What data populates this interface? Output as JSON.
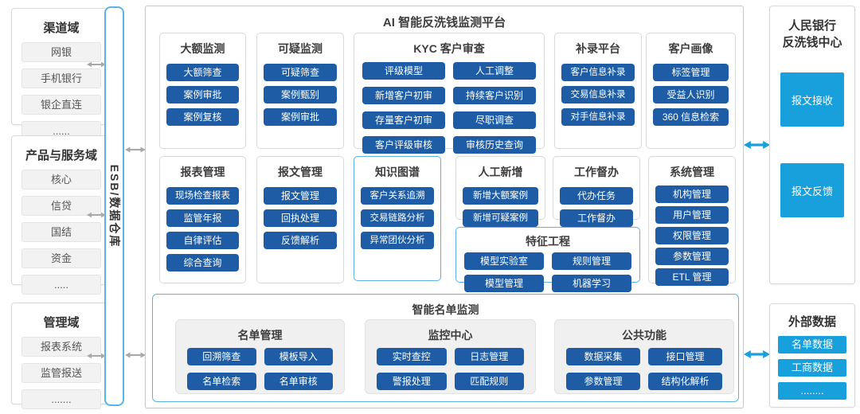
{
  "palette": {
    "dark_blue": "#1e5da6",
    "bright_blue": "#18a0dc",
    "light_blue_border": "#5bb4e5",
    "gray_border": "#d9d9d9",
    "gray_arrow": "#a9a9a9",
    "chip_bg": "#f2f2f2",
    "subbox_bg": "#f0f0f0"
  },
  "left": {
    "channel": {
      "title": "渠道域",
      "items": [
        "网银",
        "手机银行",
        "银企直连",
        "......"
      ]
    },
    "product": {
      "title": "产品与服务域",
      "items": [
        "核心",
        "信贷",
        "国结",
        "资金",
        "....."
      ]
    },
    "management": {
      "title": "管理域",
      "items": [
        "报表系统",
        "监管报送",
        "......."
      ]
    }
  },
  "esb": {
    "label": "ESB/数据仓库"
  },
  "main": {
    "title": "AI 智能反洗钱监测平台",
    "groups": {
      "large": {
        "title": "大额监测",
        "items": [
          "大额筛查",
          "案例审批",
          "案例复核"
        ]
      },
      "suspicious": {
        "title": "可疑监测",
        "items": [
          "可疑筛查",
          "案例甄别",
          "案例审批"
        ]
      },
      "kyc": {
        "title": "KYC 客户审查",
        "items": [
          "评级模型",
          "人工调整",
          "新增客户初审",
          "持续客户识别",
          "存量客户初审",
          "尽职调查",
          "客户评级审核",
          "审核历史查询"
        ]
      },
      "supplement": {
        "title": "补录平台",
        "items": [
          "客户信息补录",
          "交易信息补录",
          "对手信息补录"
        ]
      },
      "profile": {
        "title": "客户画像",
        "items": [
          "标签管理",
          "受益人识别",
          "360 信息检索"
        ]
      },
      "report": {
        "title": "报表管理",
        "items": [
          "现场检查报表",
          "监管年报",
          "自律评估",
          "综合查询"
        ]
      },
      "message": {
        "title": "报文管理",
        "items": [
          "报文管理",
          "回执处理",
          "反馈解析"
        ]
      },
      "knowledge": {
        "title": "知识图谱",
        "items": [
          "客户关系追溯",
          "交易链路分析",
          "异常团伙分析"
        ]
      },
      "manual": {
        "title": "人工新增",
        "items": [
          "新增大额案例",
          "新增可疑案例"
        ]
      },
      "feature": {
        "title": "特征工程",
        "items": [
          "模型实验室",
          "规则管理",
          "模型管理",
          "机器学习"
        ]
      },
      "supervise": {
        "title": "工作督办",
        "items": [
          "代办任务",
          "工作督办"
        ]
      },
      "system": {
        "title": "系统管理",
        "items": [
          "机构管理",
          "用户管理",
          "权限管理",
          "参数管理",
          "ETL 管理"
        ]
      }
    },
    "list_monitor": {
      "title": "智能名单监测",
      "groups": {
        "list": {
          "title": "名单管理",
          "items": [
            "回溯筛查",
            "模板导入",
            "名单检索",
            "名单审核"
          ]
        },
        "monitor": {
          "title": "监控中心",
          "items": [
            "实时查控",
            "日志管理",
            "警报处理",
            "匹配规则"
          ]
        },
        "common": {
          "title": "公共功能",
          "items": [
            "数据采集",
            "接口管理",
            "参数管理",
            "结构化解析"
          ]
        }
      }
    }
  },
  "right": {
    "pboc": {
      "title_line1": "人民银行",
      "title_line2": "反洗钱中心",
      "items": [
        "报文接收",
        "报文反馈"
      ]
    },
    "external": {
      "title": "外部数据",
      "items": [
        "名单数据",
        "工商数据",
        "........"
      ]
    }
  }
}
